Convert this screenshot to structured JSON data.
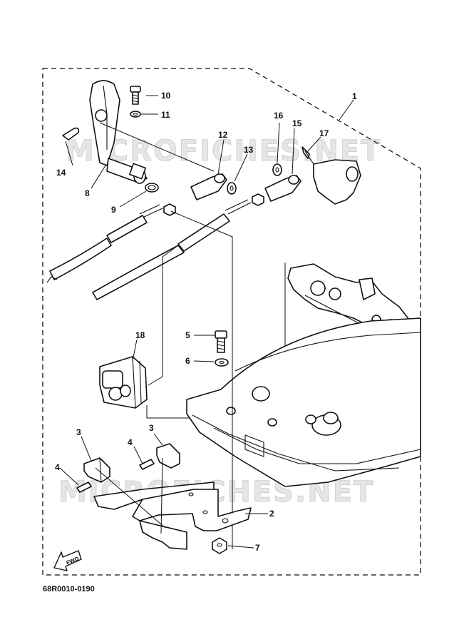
{
  "diagram": {
    "part_numbers": [
      "1",
      "2",
      "3",
      "3",
      "4",
      "4",
      "5",
      "6",
      "7",
      "8",
      "9",
      "10",
      "11",
      "12",
      "13",
      "14",
      "15",
      "16",
      "17",
      "18"
    ],
    "watermark": "MICROFICHES.NET",
    "direction_arrow": "FWD",
    "figure_code": "68R0010-0190"
  },
  "labels": {
    "p1": "1",
    "p2": "2",
    "p3a": "3",
    "p3b": "3",
    "p4a": "4",
    "p4b": "4",
    "p5": "5",
    "p6": "6",
    "p7": "7",
    "p8": "8",
    "p9": "9",
    "p10": "10",
    "p11": "11",
    "p12": "12",
    "p13": "13",
    "p14": "14",
    "p15": "15",
    "p16": "16",
    "p17": "17",
    "p18": "18"
  },
  "colors": {
    "line": "#111111",
    "watermark": "#e6e6e6",
    "background": "#ffffff"
  }
}
